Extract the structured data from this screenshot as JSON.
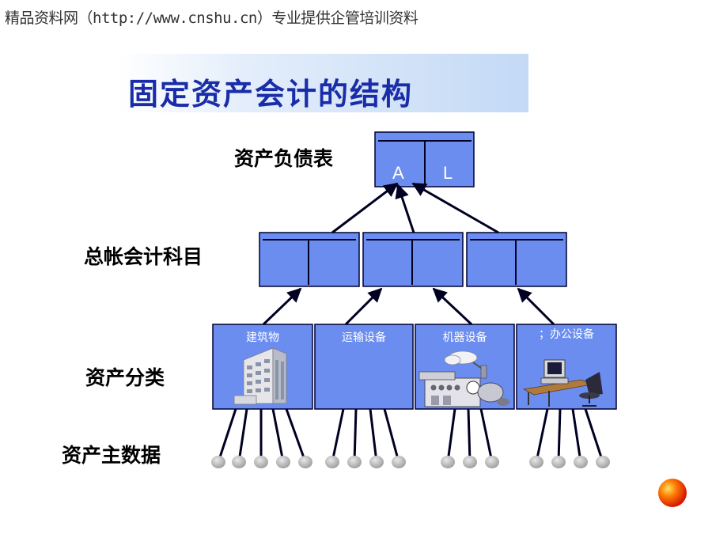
{
  "header": {
    "text": "精品资料网（http://www.cnshu.cn）专业提供企管培训资料"
  },
  "slide": {
    "title": "固定资产会计的结构"
  },
  "levels": {
    "balance_sheet": "资产负债表",
    "gl_accounts": "总帐会计科目",
    "asset_classes": "资产分类",
    "asset_master": "资产主数据"
  },
  "balance_box": {
    "left": "A",
    "right": "L"
  },
  "classes": [
    {
      "label": "建筑物",
      "icon": "building-icon"
    },
    {
      "label": "运输设备",
      "icon": ""
    },
    {
      "label": "机器设备",
      "icon": "machinery-icon"
    },
    {
      "label": "；办公设备",
      "icon": "office-desk-icon"
    }
  ],
  "master_data_groups": [
    5,
    4,
    3,
    4
  ],
  "colors": {
    "title": "#1a2da8",
    "box_fill": "#6b8df0",
    "box_border": "#000033",
    "node": "#c0c0c0",
    "accent_ball": "#ff3300"
  }
}
